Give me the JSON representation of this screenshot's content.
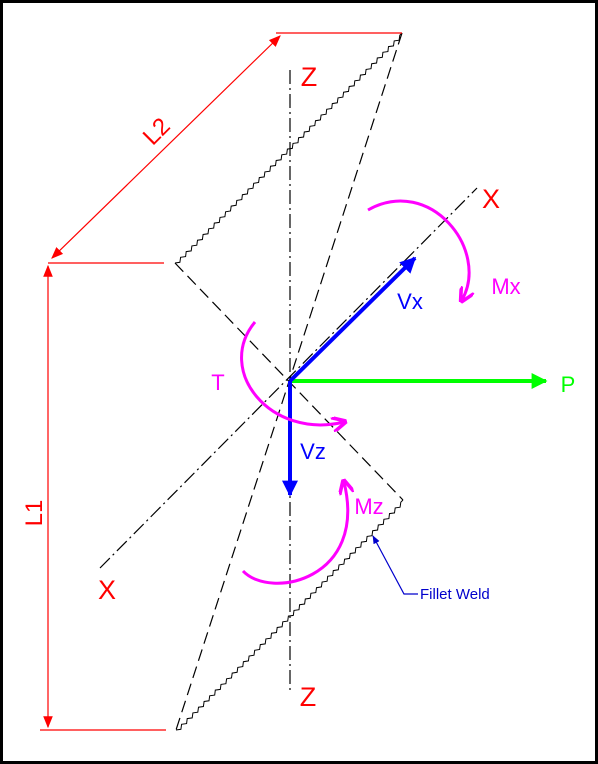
{
  "labels": {
    "z_top": "Z",
    "z_bottom": "Z",
    "x_right": "X",
    "x_left": "X",
    "l1": "L1",
    "l2": "L2",
    "vx": "Vx",
    "vz": "Vz",
    "mx": "Mx",
    "mz": "Mz",
    "t": "T",
    "p": "P",
    "weld": "Fillet Weld"
  },
  "colors": {
    "dimension": "#ff0000",
    "axis_label": "#ff0000",
    "shear": "#0000ff",
    "moment": "#ff00ff",
    "load": "#00ff00",
    "outline": "#000000",
    "weld_callout": "#0000cc"
  }
}
